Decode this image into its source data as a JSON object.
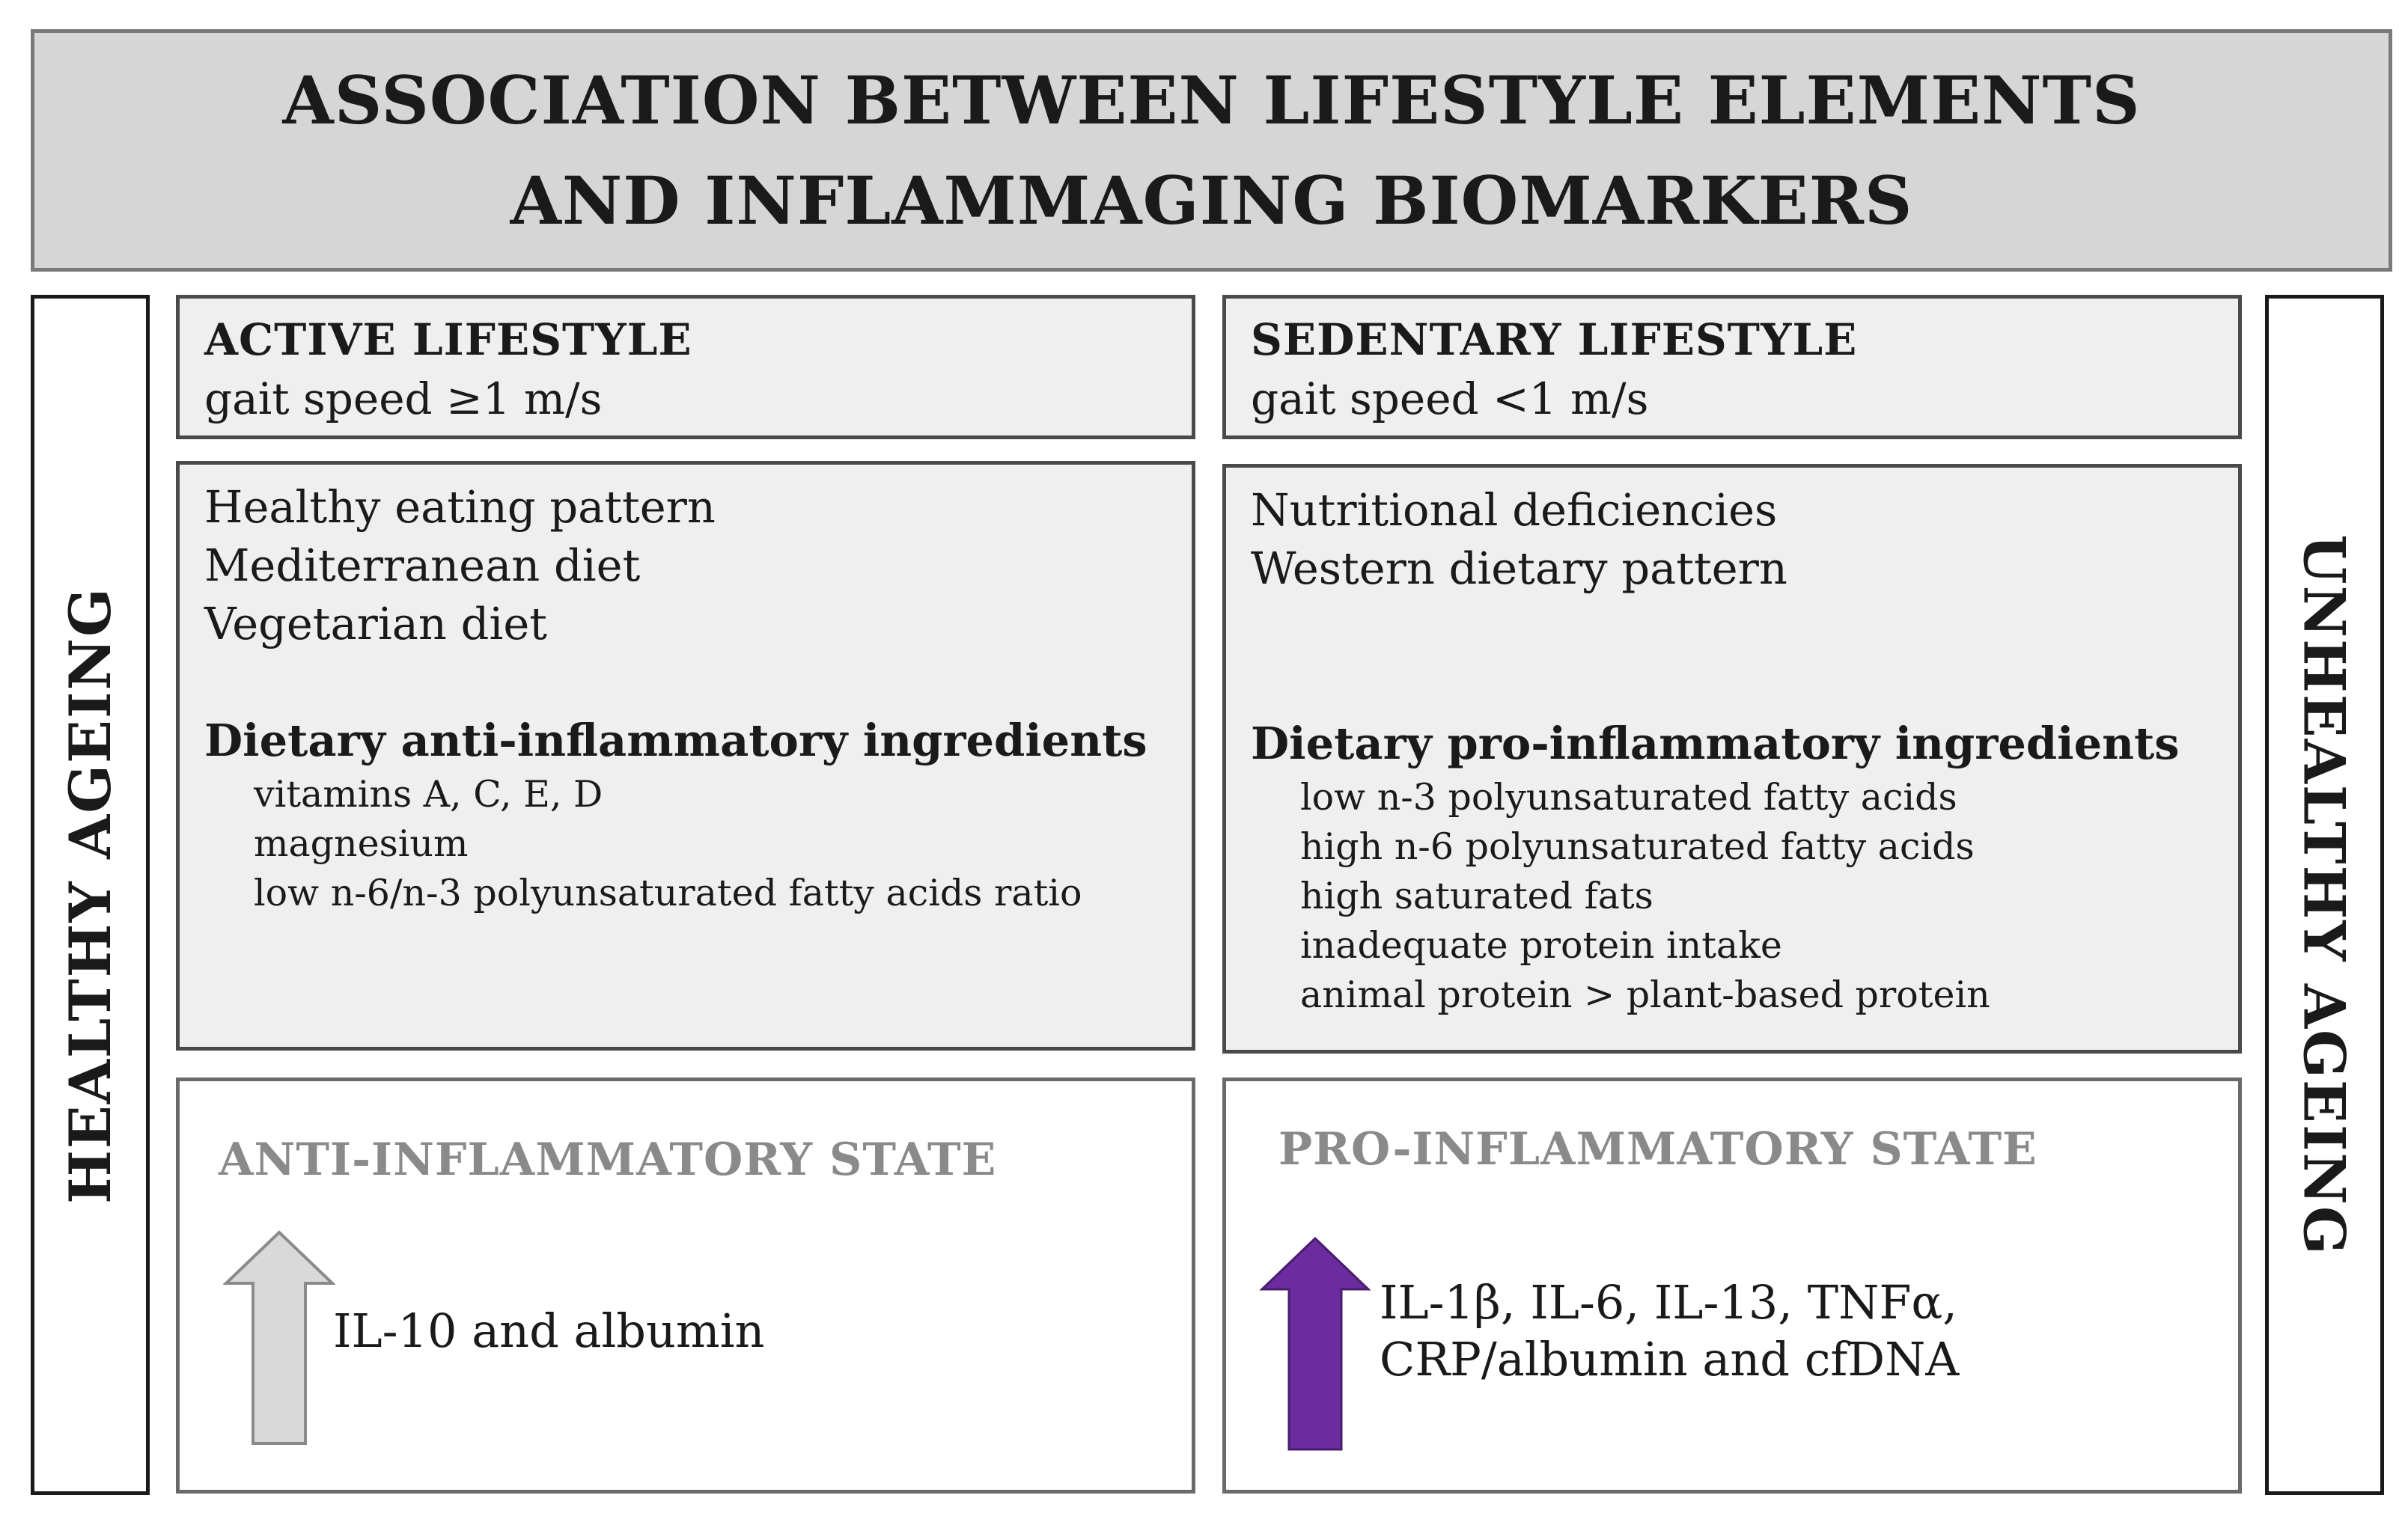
{
  "header": {
    "line1": "ASSOCIATION BETWEEN LIFESTYLE ELEMENTS",
    "line2": "AND INFLAMMAGING BIOMARKERS"
  },
  "sides": {
    "left": "HEALTHY AGEING",
    "right": "UNHEALTHY AGEING"
  },
  "active": {
    "title": "ACTIVE LIFESTYLE",
    "gait": "gait speed ≥1 m/s",
    "diet_items": [
      "Healthy eating pattern",
      "Mediterranean diet",
      "Vegetarian diet"
    ],
    "ingredients_heading": "Dietary anti-inflammatory ingredients",
    "ingredients": [
      "vitamins A, C, E, D",
      "magnesium",
      "low n-6/n-3 polyunsaturated fatty acids ratio"
    ],
    "state_title": "ANTI-INFLAMMATORY STATE",
    "markers": [
      "IL-10 and albumin"
    ]
  },
  "sedentary": {
    "title": "SEDENTARY LIFESTYLE",
    "gait": "gait speed <1 m/s",
    "diet_items": [
      "Nutritional deficiencies",
      "Western dietary pattern"
    ],
    "ingredients_heading": "Dietary pro-inflammatory ingredients",
    "ingredients": [
      "low n-3 polyunsaturated fatty acids",
      "high n-6 polyunsaturated fatty acids",
      "high saturated fats",
      "inadequate protein intake",
      "animal protein > plant-based protein"
    ],
    "state_title": "PRO-INFLAMMATORY STATE",
    "markers": [
      "IL-1β, IL-6, IL-13, TNFα,",
      "CRP/albumin and cfDNA"
    ]
  },
  "colors": {
    "header_bg": "#d6d6d6",
    "panel_bg": "#efefef",
    "state_title": "#8a8a8a",
    "up_arrow_light": "#d9d9d9",
    "up_arrow_purple": "#6a2c9e"
  },
  "icons": {
    "anti_arrow": "arrow-up-light-icon",
    "pro_arrow": "arrow-up-purple-icon"
  }
}
